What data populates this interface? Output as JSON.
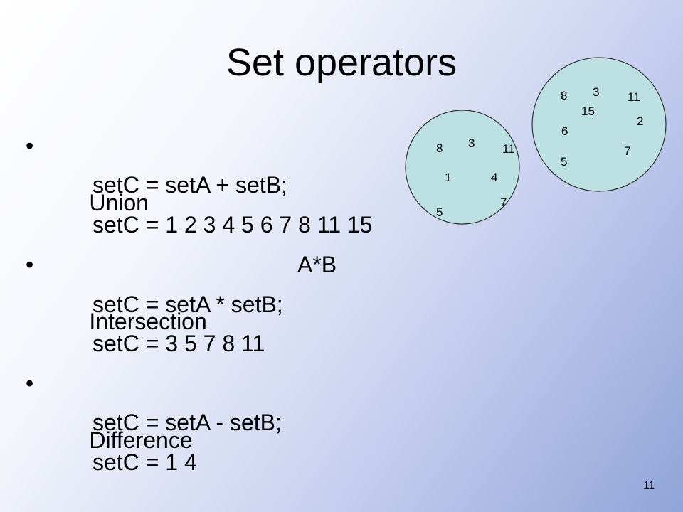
{
  "title": "Set operators",
  "bullet": "•",
  "items": [
    {
      "level": 1,
      "text": "Union"
    },
    {
      "level": 2,
      "text": "setC = setA + setB;"
    },
    {
      "level": 2,
      "text": "setC = 1 2 3 4 5 6 7 8 11 15"
    },
    {
      "level": 1,
      "text": "Intersection",
      "extra": "A*B"
    },
    {
      "level": 2,
      "text": "setC = setA * setB;"
    },
    {
      "level": 2,
      "text": "setC = 3 5 7 8 11"
    },
    {
      "level": 1,
      "text": "Difference"
    },
    {
      "level": 2,
      "text": "setC = setA - setB;"
    },
    {
      "level": 2,
      "text": "setC = 1 4"
    }
  ],
  "diagram": {
    "fill_color": "#bde0e2",
    "stroke_color": "#333333",
    "set_a_numbers": [
      "8",
      "3",
      "11",
      "1",
      "4",
      "7",
      "5"
    ],
    "set_b_numbers": [
      "8",
      "3",
      "11",
      "15",
      "2",
      "6",
      "7",
      "5"
    ]
  },
  "slide_number": "11"
}
